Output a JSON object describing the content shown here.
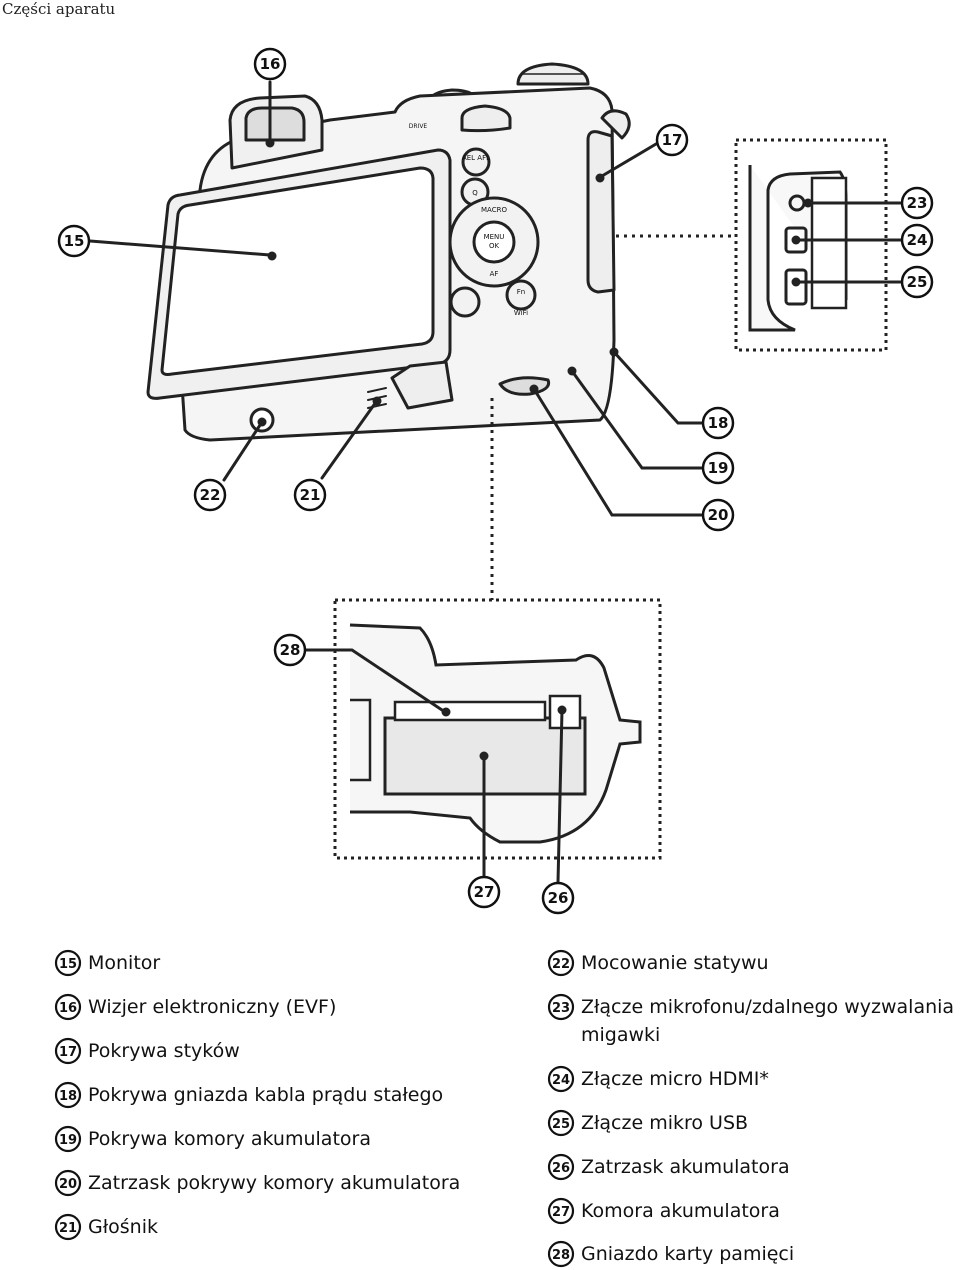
{
  "header": {
    "title": "Części aparatu"
  },
  "callouts": [
    "15",
    "16",
    "17",
    "18",
    "19",
    "20",
    "21",
    "22",
    "23",
    "24",
    "25",
    "26",
    "27",
    "28"
  ],
  "legend": [
    {
      "num": "15",
      "label": "Monitor"
    },
    {
      "num": "16",
      "label": "Wizjer elektroniczny (EVF)"
    },
    {
      "num": "17",
      "label": "Pokrywa styków"
    },
    {
      "num": "18",
      "label": "Pokrywa gniazda kabla prądu stałego"
    },
    {
      "num": "19",
      "label": "Pokrywa komory akumulatora"
    },
    {
      "num": "20",
      "label": "Zatrzask pokrywy komory akumulatora"
    },
    {
      "num": "21",
      "label": "Głośnik"
    },
    {
      "num": "22",
      "label": "Mocowanie statywu"
    },
    {
      "num": "23",
      "label": "Złącze mikrofonu/zdalnego wyzwalania migawki"
    },
    {
      "num": "24",
      "label": "Złącze micro HDMI*"
    },
    {
      "num": "25",
      "label": "Złącze mikro USB"
    },
    {
      "num": "26",
      "label": "Zatrzask akumulatora"
    },
    {
      "num": "27",
      "label": "Komora akumulatora"
    },
    {
      "num": "28",
      "label": "Gniazdo karty pamięci"
    }
  ],
  "buttons": {
    "ael": "AEL AFL",
    "q": "Q",
    "macro": "MACRO",
    "menu": "MENU",
    "ok": "OK",
    "af": "AF",
    "fn": "Fn",
    "wifi": "WiFi",
    "drive": "DRIVE"
  }
}
